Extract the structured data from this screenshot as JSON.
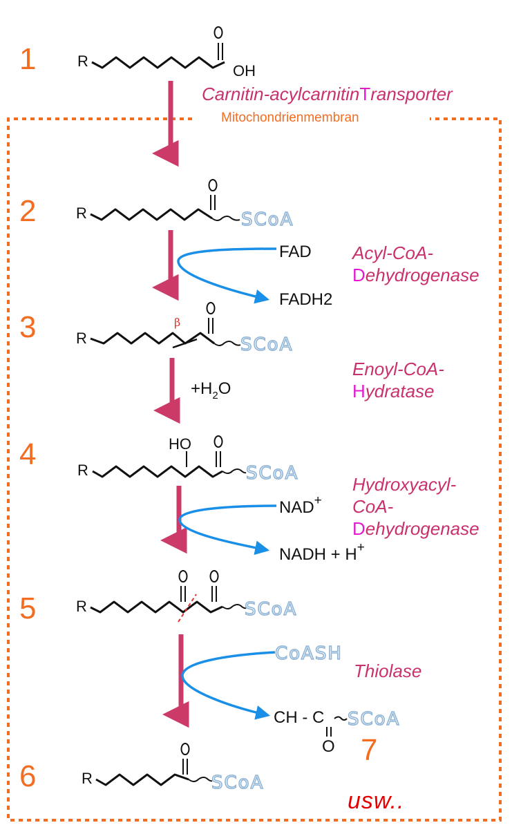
{
  "diagram": {
    "steps": [
      "1",
      "2",
      "3",
      "4",
      "5",
      "6",
      "7"
    ],
    "membrane_label": "Mitochondrienmembran",
    "transporter": {
      "pre": "Carnitin-acylcarnitin",
      "cap": "T",
      "rest": "ransporter"
    },
    "enzymes": {
      "acyl_coa_dh": {
        "line1": "Acyl-CoA-",
        "cap": "D",
        "rest": "ehydrogenase"
      },
      "enoyl_coa_hydratase": {
        "line1": "Enoyl-CoA-",
        "cap": "H",
        "rest": "ydratase"
      },
      "hydroxyacyl_coa_dh": {
        "line1": "Hydroxyacyl-",
        "line2": "CoA-",
        "cap": "D",
        "rest": "ehydrogenase"
      },
      "thiolase": "Thiolase"
    },
    "cofactors": {
      "fad": "FAD",
      "fadh2": "FADH2",
      "water": {
        "plus": "+H",
        "sub": "2",
        "o": "O"
      },
      "nad": {
        "base": "NAD",
        "sup": "+"
      },
      "nadh": {
        "base": "NADH  +  H",
        "sup": "+"
      },
      "coash": "CoASH",
      "acetyl": "CH - C",
      "acetyl_o": "O"
    },
    "atoms": {
      "r": "R",
      "o": "O",
      "oh": "OH",
      "ho": "HO",
      "scoa": "SCoA",
      "beta": "β"
    },
    "usw": "usw.."
  }
}
